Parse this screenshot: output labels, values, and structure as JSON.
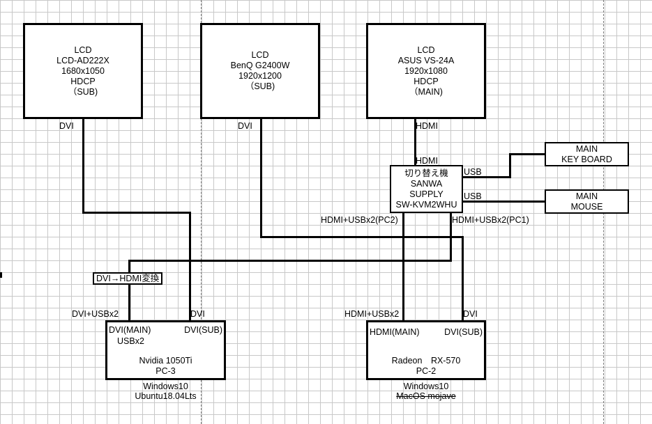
{
  "monitors": [
    {
      "lines": [
        "LCD",
        "LCD-AD222X",
        "1680x1050",
        "HDCP",
        "（SUB)"
      ],
      "port": "DVI"
    },
    {
      "lines": [
        "LCD",
        "BenQ G2400W",
        "1920x1200",
        "（SUB)"
      ],
      "port": "DVI"
    },
    {
      "lines": [
        "LCD",
        "ASUS VS-24A",
        "1920x1080",
        "HDCP",
        "（MAIN)"
      ],
      "port": "HDMI"
    }
  ],
  "kvm": {
    "lines": [
      "切り替え機",
      "SANWA",
      "SUPPLY",
      "SW-KVM2WHU"
    ],
    "top_port": "HDMI",
    "usb_top": "USB",
    "usb_bottom": "USB",
    "pc2_port": "HDMI+USBx2(PC2)",
    "pc1_port": "HDMI+USBx2(PC1)"
  },
  "peripherals": {
    "keyboard": [
      "MAIN",
      "KEY BOARD"
    ],
    "mouse": [
      "MAIN",
      "MOUSE"
    ]
  },
  "converter": "DVI→HDMI変換",
  "pc3": {
    "port_left_top": "DVI(MAIN)",
    "port_left_bottom": "USBx2",
    "port_right": "DVI(SUB)",
    "gpu": "Nvidia 1050Ti",
    "name": "PC-3",
    "cable_left": "DVI+USBx2",
    "cable_right": "DVI",
    "os": [
      "Windows10",
      "Ubuntu18.04Lts"
    ]
  },
  "pc2": {
    "port_left": "HDMI(MAIN)",
    "port_right": "DVI(SUB)",
    "gpu": "Radeon　RX-570",
    "name": "PC-2",
    "cable_left": "HDMI+USBx2",
    "cable_right": "DVI",
    "os": [
      "Windows10",
      "MacOS mojave"
    ]
  }
}
